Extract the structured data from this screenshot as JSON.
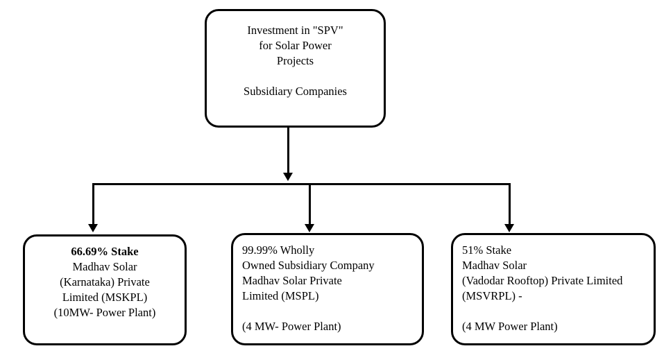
{
  "diagram": {
    "title": "Subsidiary Companies Structure",
    "colors": {
      "stroke": "#000000",
      "fill": "#ffffff",
      "text": "#000000"
    },
    "root": {
      "lines": [
        {
          "text": "Investment in \"SPV\"",
          "bold": false
        },
        {
          "text": "for Solar Power",
          "bold": false
        },
        {
          "text": "Projects",
          "bold": false
        },
        {
          "text": "",
          "bold": false
        },
        {
          "text": "Subsidiary Companies",
          "bold": false
        }
      ]
    },
    "children": [
      {
        "align": "center",
        "lines": [
          {
            "text": "66.69% Stake",
            "bold": true
          },
          {
            "text": "Madhav Solar",
            "bold": false
          },
          {
            "text": "(Karnataka) Private",
            "bold": false
          },
          {
            "text": "Limited (MSKPL)",
            "bold": false
          },
          {
            "text": "(10MW- Power Plant)",
            "bold": false
          }
        ]
      },
      {
        "align": "left",
        "lines": [
          {
            "text": "99.99% Wholly",
            "bold": false
          },
          {
            "text": "Owned Subsidiary Company",
            "bold": false
          },
          {
            "text": "Madhav Solar Private",
            "bold": false
          },
          {
            "text": "Limited (MSPL)",
            "bold": false
          },
          {
            "text": "",
            "bold": false
          },
          {
            "text": "(4 MW- Power Plant)",
            "bold": false
          }
        ]
      },
      {
        "align": "left",
        "lines": [
          {
            "text": "51% Stake",
            "bold": false
          },
          {
            "text": "Madhav Solar",
            "bold": false
          },
          {
            "text": "(Vadodar Rooftop) Private Limited",
            "bold": false
          },
          {
            "text": "(MSVRPL) -",
            "bold": false
          },
          {
            "text": "",
            "bold": false
          },
          {
            "text": "(4 MW Power Plant)",
            "bold": false
          }
        ]
      }
    ],
    "connectors": {
      "root_stem": "vertical-arrow-down",
      "bus": "horizontal-bus-bar",
      "drops": [
        "vertical-arrow-down",
        "vertical-arrow-down",
        "vertical-arrow-down"
      ]
    }
  }
}
